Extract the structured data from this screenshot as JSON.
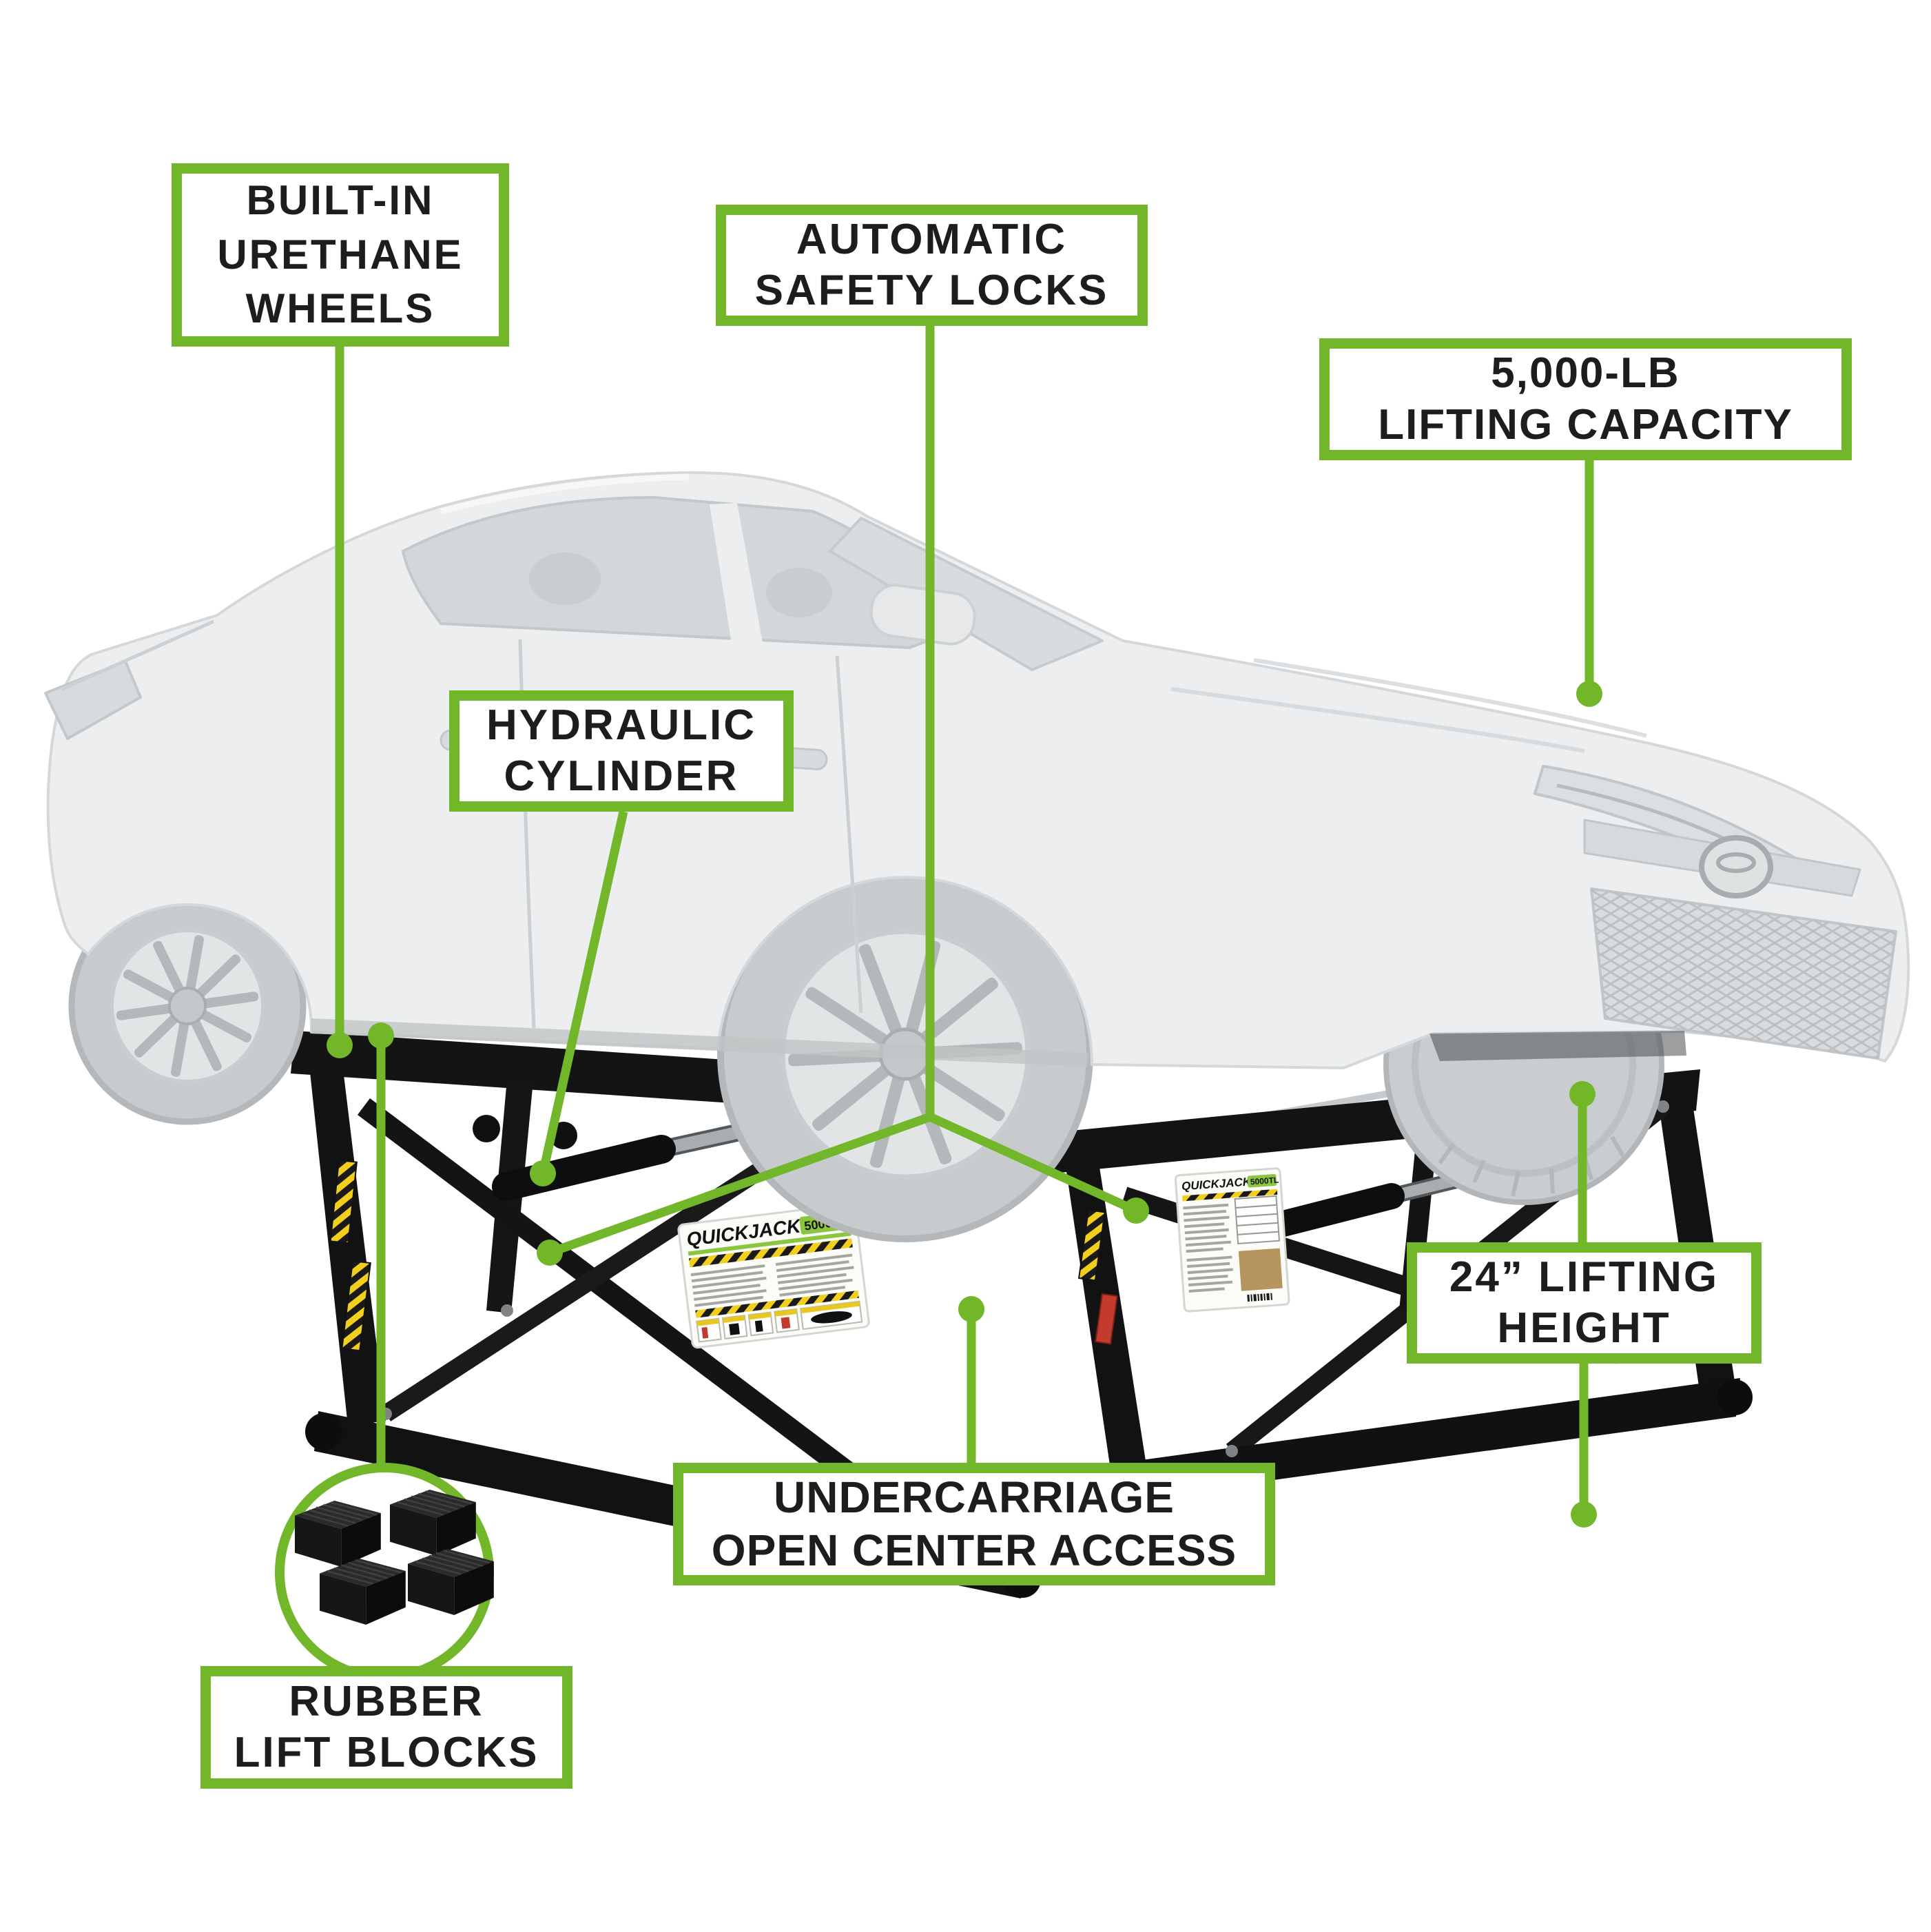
{
  "colors": {
    "background": "#ffffff",
    "accent_green": "#72b72a",
    "text": "#1d1d1b",
    "frame_black": "#141414",
    "ghost_body": "#eceeef",
    "ghost_shadow": "#d5d8da",
    "ghost_glass": "#d3d7d9",
    "tire_gray": "#c7cbcd",
    "hazard_yellow": "#f2cf1d",
    "badge_green": "#8cc63e",
    "sticker_tan": "#b5945f",
    "caliper_red": "#c9625a"
  },
  "callouts": {
    "built_in_wheels": "BUILT-IN\nURETHANE\nWHEELS",
    "automatic_safety_locks": "AUTOMATIC\nSAFETY LOCKS",
    "lifting_capacity": "5,000-LB\nLIFTING CAPACITY",
    "hydraulic_cylinder": "HYDRAULIC\nCYLINDER",
    "lifting_height": "24” LIFTING\nHEIGHT",
    "undercarriage": "UNDERCARRIAGE\nOPEN CENTER ACCESS",
    "rubber_lift_blocks": "RUBBER\nLIFT BLOCKS"
  },
  "product": {
    "brand": "QUICKJACK",
    "model": "5000TL"
  },
  "icons": {
    "connector_dot": "filled-green-circle",
    "connector_line": "green-rule",
    "rubber_blocks": "four-isometric-black-blocks-in-green-circle",
    "caution_label": "yellow-black-hazard-stripe",
    "warning_label": "red-stripe"
  }
}
